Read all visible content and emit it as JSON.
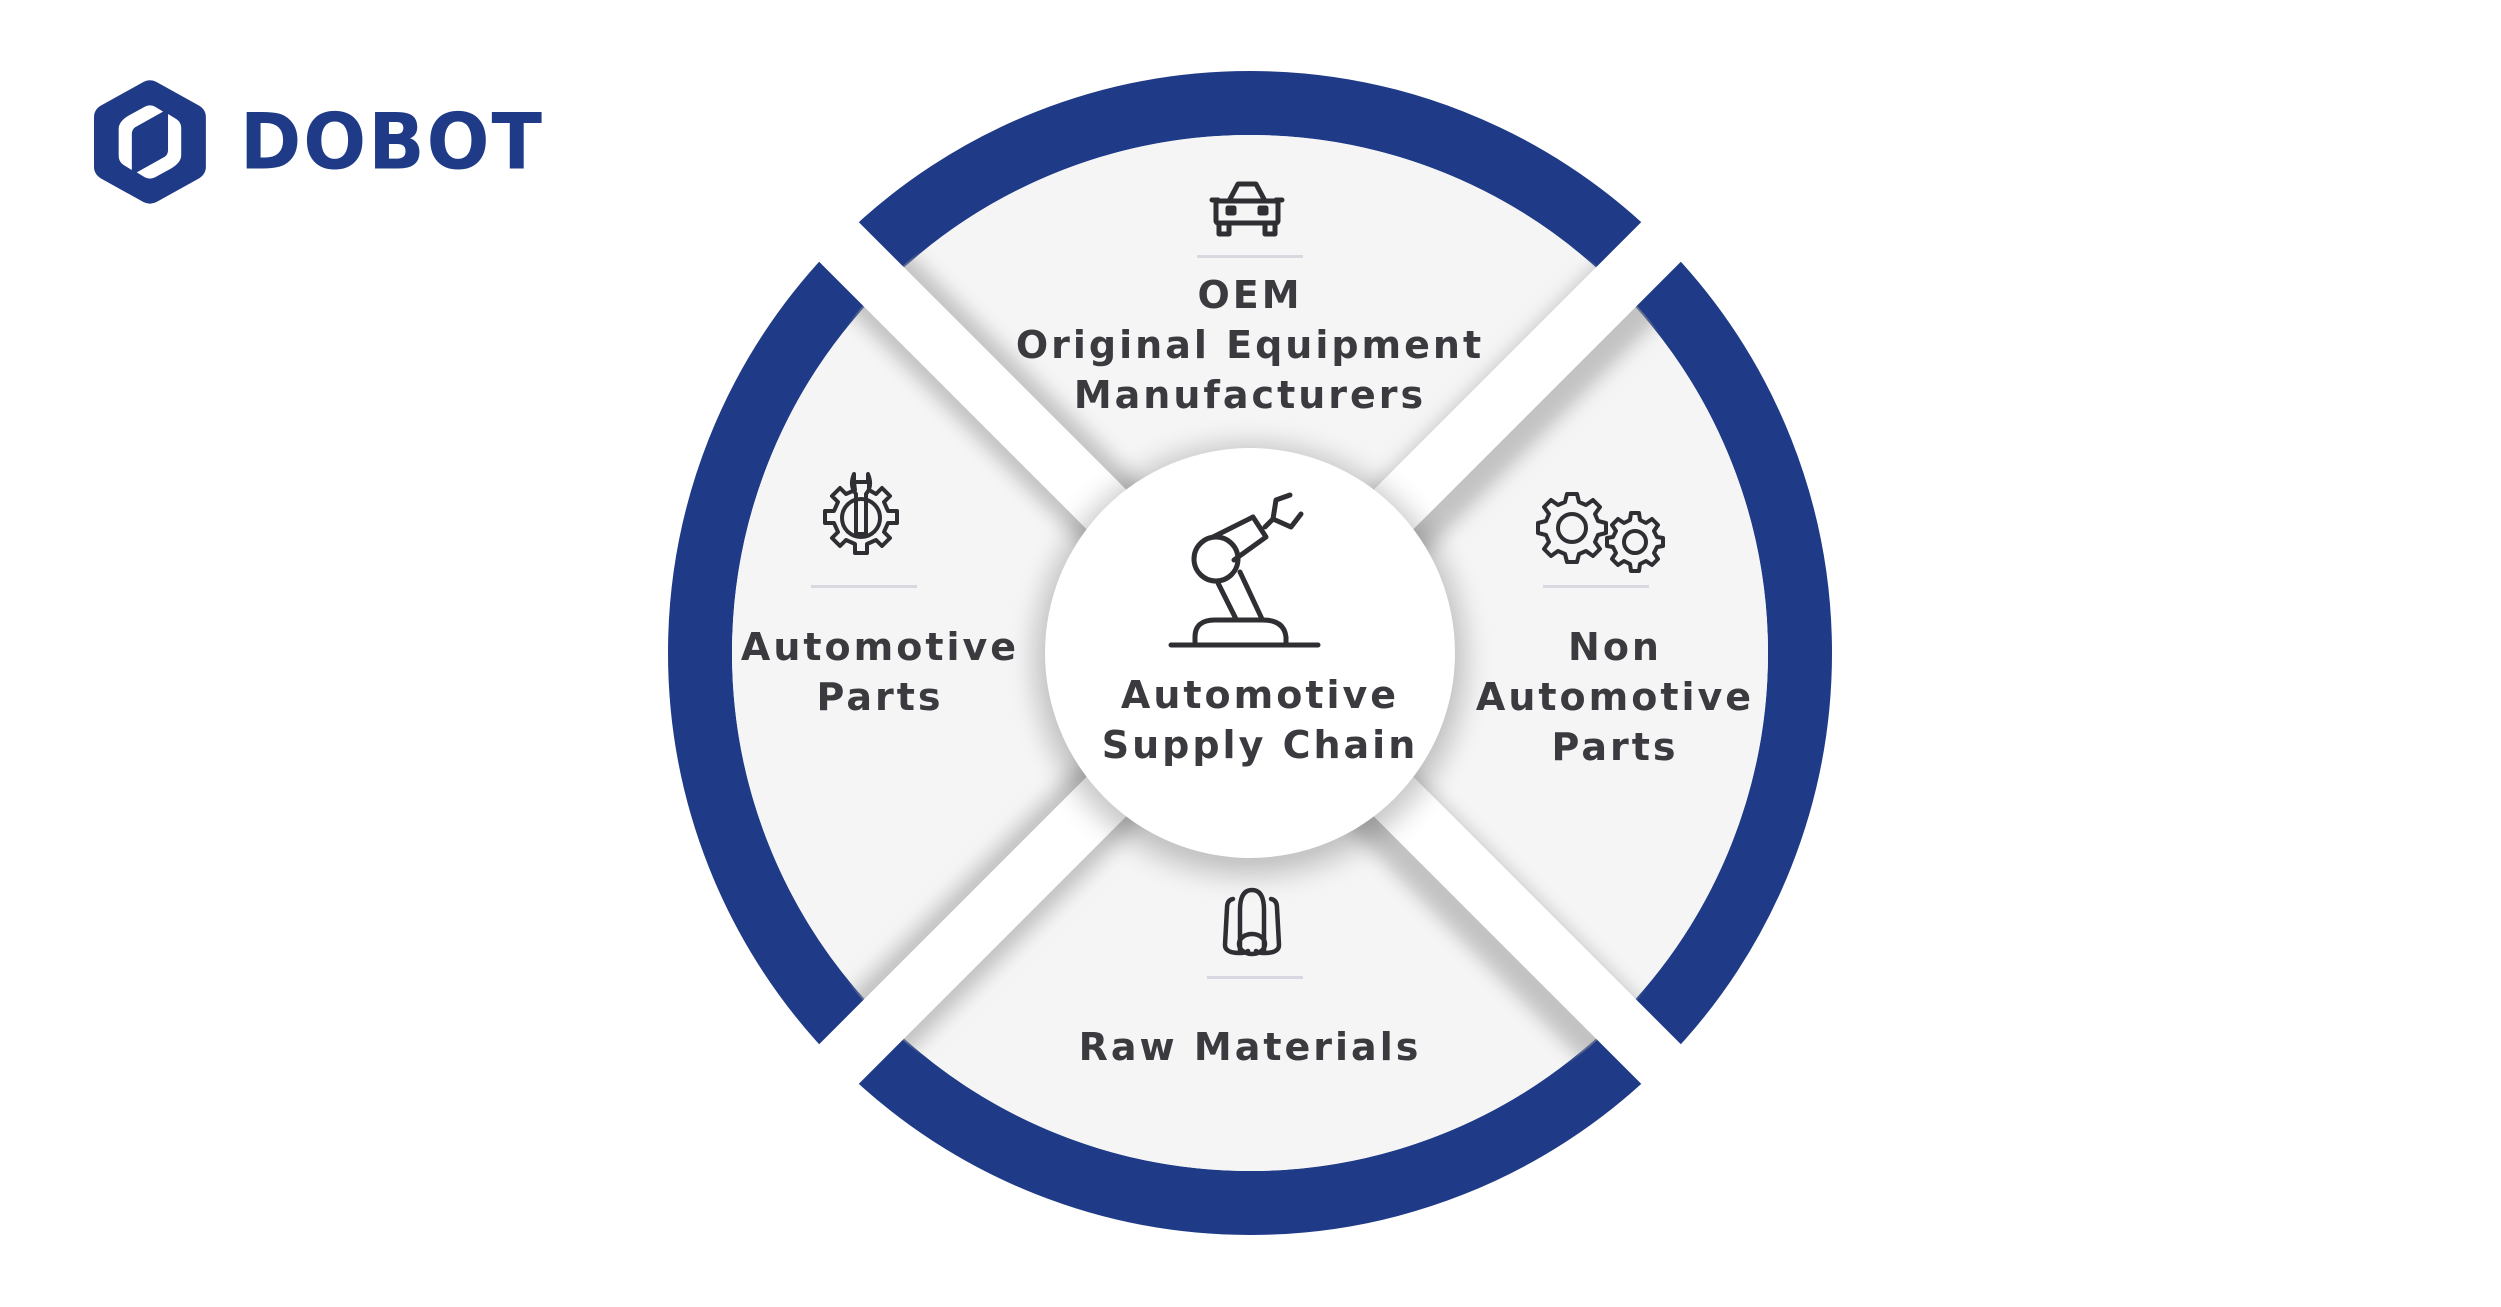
{
  "brand": {
    "name": "DOBOT",
    "color": "#1f3b87"
  },
  "diagram": {
    "center": {
      "icon": "robot-arm-icon",
      "lines": [
        "Automotive",
        "Supply Chain"
      ]
    },
    "segments": [
      {
        "position": "top",
        "icon": "car-icon",
        "lines": [
          "OEM",
          "Original Equipment",
          "Manufacturers"
        ]
      },
      {
        "position": "left",
        "icon": "gear-wrench-icon",
        "lines": [
          "Automotive",
          "Parts"
        ]
      },
      {
        "position": "right",
        "icon": "gears-icon",
        "lines": [
          "Non",
          "Automotive",
          "Parts"
        ]
      },
      {
        "position": "bottom",
        "icon": "raw-materials-rolls-icon",
        "lines": [
          "Raw Materials"
        ]
      }
    ],
    "colors": {
      "ring": "#1f3b87",
      "segment_fill": "#f5f5f6",
      "center_fill": "#ffffff",
      "text": "#3a3a3f",
      "divider": "#d8d8e0",
      "icon_stroke": "#2f2f33"
    }
  }
}
